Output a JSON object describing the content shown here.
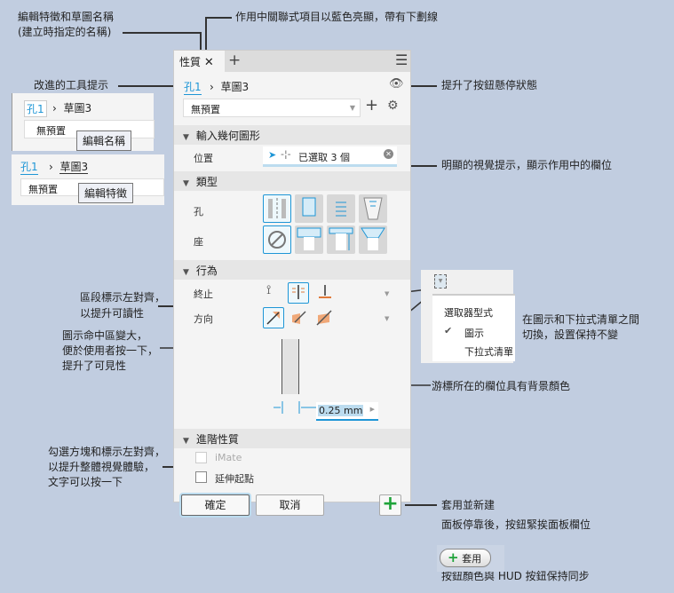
{
  "annotations": {
    "edit_names": "編輯特徵和草圖名稱",
    "edit_names2": "(建立時指定的名稱)",
    "context_highlight": "作用中關聯式項目以藍色亮顯，帶有下劃線",
    "tooltip": "改進的工具提示",
    "hover_state": "提升了按鈕懸停狀態",
    "visual_cue": "明顯的視覺提示，顯示作用中的欄位",
    "left_align1": "區段標示左對齊，",
    "left_align2": "以提升可讀性",
    "icon_hit1": "圖示命中區變大，",
    "icon_hit2": "便於使用者按一下，",
    "icon_hit3": "提升了可見性",
    "toggle1": "在圖示和下拉式清單之間",
    "toggle2": "切換，設置保持不變",
    "cursor_bg": "游標所在的欄位具有背景顏色",
    "checkbox1": "勾選方塊和標示左對齊，",
    "checkbox2": "以提升整體視覺體驗，",
    "checkbox3": "文字可以按一下",
    "apply_new": "套用並新建",
    "docked": "面板停靠後，按鈕緊挨面板欄位",
    "hud_sync": "按鈕顏色與 HUD 按鈕保持同步"
  },
  "panel": {
    "tab": "性質",
    "crumb_feature": "孔1",
    "crumb_sketch": "草圖3",
    "preset": "無預置",
    "sections": {
      "input": "輸入幾何圖形",
      "type": "類型",
      "behavior": "行為",
      "advanced": "進階性質"
    },
    "position_label": "位置",
    "position_value": "已選取 3 個",
    "hole_label": "孔",
    "seat_label": "座",
    "termination_label": "終止",
    "direction_label": "方向",
    "dimension_value": "0.25 mm",
    "imate": "iMate",
    "extend_start": "延伸起點",
    "ok": "確定",
    "cancel": "取消"
  },
  "tooltip_examples": {
    "crumb_feature": "孔1",
    "crumb_sketch": "草圖3",
    "preset": "無預置",
    "tip_edit_name": "編輯名稱",
    "tip_edit_feature": "編輯特徵"
  },
  "picker_menu": {
    "title": "選取器型式",
    "items": [
      "圖示",
      "下拉式清單"
    ]
  },
  "hud_button": {
    "label": "套用"
  },
  "colors": {
    "accent": "#1e96d6",
    "green": "#1fa33a",
    "orange": "#e07a3a"
  }
}
